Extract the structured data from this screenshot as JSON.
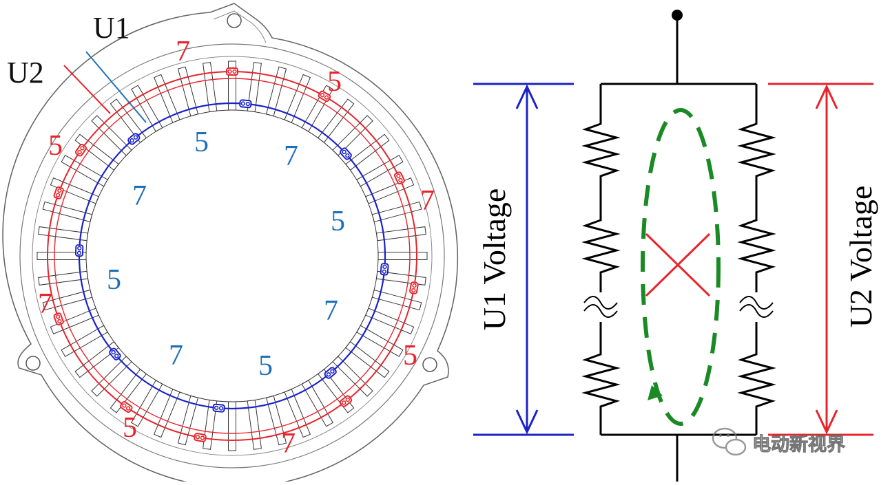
{
  "stator": {
    "labels": {
      "u1": "U1",
      "u2": "U2"
    },
    "red_numbers": [
      "7",
      "5",
      "7",
      "5",
      "7",
      "5",
      "7",
      "5"
    ],
    "blue_numbers": [
      "5",
      "7",
      "5",
      "7",
      "5",
      "7",
      "5",
      "7"
    ],
    "slot_count": 48
  },
  "circuit": {
    "u1_label": "U1 Voltage",
    "u2_label": "U2 Voltage",
    "watermark": "电动新视界"
  },
  "colors": {
    "red": "#e8232a",
    "blue": "#1a22c8",
    "label_blue": "#1e6fba",
    "green": "#1a8a25",
    "frame": "#555555",
    "slot": "#333333"
  }
}
